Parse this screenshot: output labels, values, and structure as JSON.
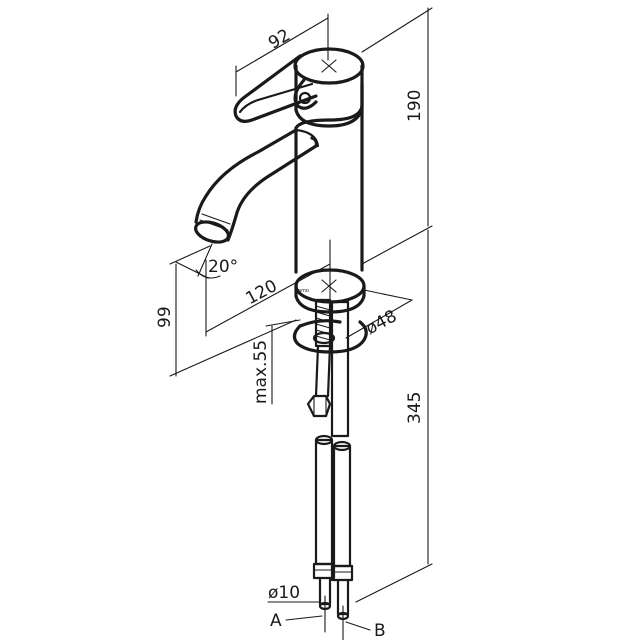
{
  "dimensions": {
    "handle_width": "92",
    "upper_height": "190",
    "spout_angle": "20°",
    "spout_reach": "120",
    "spout_height": "99",
    "base_diameter": "ø48",
    "max_deck": "max.55",
    "lower_height": "345",
    "hose_diameter": "ø10"
  },
  "labels": {
    "hose_a": "A",
    "hose_b": "B"
  },
  "colors": {
    "line": "#1a1a1a",
    "background": "#ffffff"
  }
}
